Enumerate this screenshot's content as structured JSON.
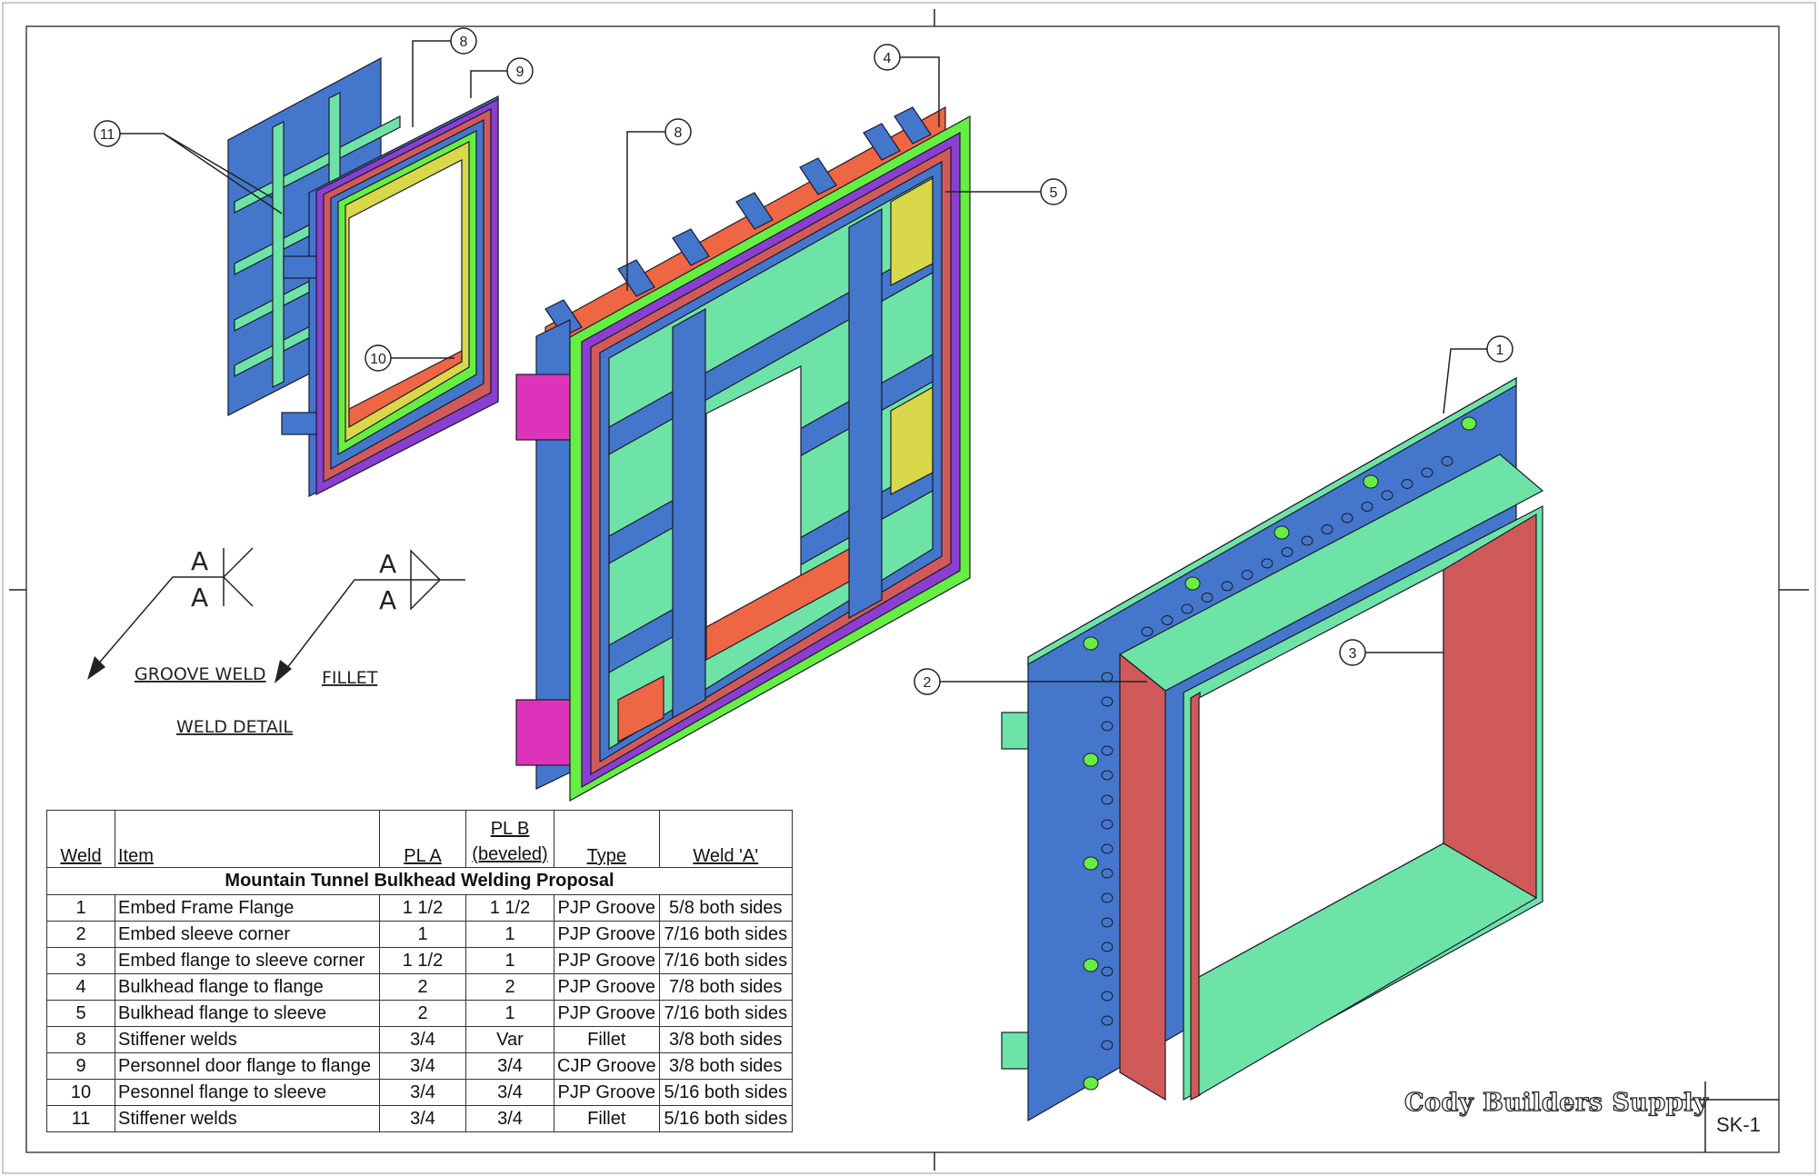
{
  "balloons": {
    "b1": "1",
    "b2": "2",
    "b3": "3",
    "b4": "4",
    "b5": "5",
    "b8a": "8",
    "b8b": "8",
    "b9": "9",
    "b10": "10",
    "b11": "11"
  },
  "weld_detail": {
    "groove_symbol_top": "A",
    "groove_symbol_bottom": "A",
    "fillet_symbol_top": "A",
    "fillet_symbol_bottom": "A",
    "groove_label": "GROOVE WELD",
    "fillet_label": "FILLET",
    "title": "WELD DETAIL"
  },
  "table": {
    "title": "Mountain Tunnel Bulkhead Welding Proposal",
    "headers": {
      "weld": "Weld",
      "item": "Item",
      "pla": "PL A",
      "plb_top": "PL B",
      "plb_bottom": "(beveled)",
      "type": "Type",
      "weld_a": "Weld 'A'"
    },
    "rows": [
      {
        "weld": "1",
        "item": "Embed Frame Flange",
        "pla": "1 1/2",
        "plb": "1 1/2",
        "type": "PJP Groove",
        "weld_a": "5/8 both sides"
      },
      {
        "weld": "2",
        "item": "Embed sleeve corner",
        "pla": "1",
        "plb": "1",
        "type": "PJP Groove",
        "weld_a": "7/16 both sides"
      },
      {
        "weld": "3",
        "item": "Embed flange to sleeve corner",
        "pla": "1 1/2",
        "plb": "1",
        "type": "PJP Groove",
        "weld_a": "7/16 both sides"
      },
      {
        "weld": "4",
        "item": "Bulkhead flange to flange",
        "pla": "2",
        "plb": "2",
        "type": "PJP Groove",
        "weld_a": "7/8 both sides"
      },
      {
        "weld": "5",
        "item": "Bulkhead flange to sleeve",
        "pla": "2",
        "plb": "1",
        "type": "PJP Groove",
        "weld_a": "7/16 both sides"
      },
      {
        "weld": "8",
        "item": "Stiffener welds",
        "pla": "3/4",
        "plb": "Var",
        "type": "Fillet",
        "weld_a": "3/8 both sides"
      },
      {
        "weld": "9",
        "item": "Personnel door flange to flange",
        "pla": "3/4",
        "plb": "3/4",
        "type": "CJP Groove",
        "weld_a": "3/8 both sides"
      },
      {
        "weld": "10",
        "item": "Pesonnel flange to sleeve",
        "pla": "3/4",
        "plb": "3/4",
        "type": "PJP Groove",
        "weld_a": "5/16 both sides"
      },
      {
        "weld": "11",
        "item": "Stiffener welds",
        "pla": "3/4",
        "plb": "3/4",
        "type": "Fillet",
        "weld_a": "5/16 both sides"
      }
    ]
  },
  "title_block": {
    "company": "Cody Builders Supply",
    "sheet": "SK-1"
  },
  "colors": {
    "blue": "#4477cc",
    "green": "#6ee3a8",
    "red": "#d05a5a",
    "orange": "#ee6644",
    "yellow": "#d8d84a",
    "purple": "#8a3fd0",
    "magenta": "#dd33bb",
    "lime": "#66ee44"
  }
}
